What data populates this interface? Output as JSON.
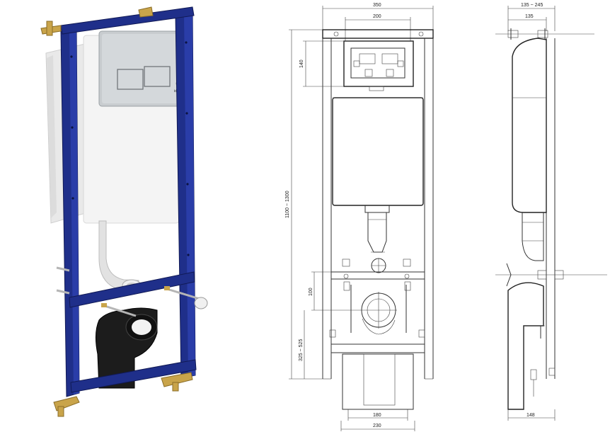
{
  "colors": {
    "frame_blue": "#1f2f8a",
    "frame_blue_dark": "#15206a",
    "cistern_white": "#f4f4f4",
    "plate_silver": "#c8cccf",
    "pipe_black": "#1c1c1c",
    "brass": "#c9a44a",
    "line": "#333333"
  },
  "front_view": {
    "dims": {
      "top_width": "350",
      "plate_width": "200",
      "plate_height": "140",
      "height_range": "1100 ~ 1300",
      "inlet_offset": "100",
      "outlet_height": "325 ~ 525",
      "bottom_inner": "180",
      "bottom_outer": "230"
    }
  },
  "side_view": {
    "dims": {
      "depth_range": "135 ~ 245",
      "depth_min": "135",
      "foot_width": "148"
    }
  },
  "product_render": {
    "flush_plate_logo": "ideal"
  }
}
